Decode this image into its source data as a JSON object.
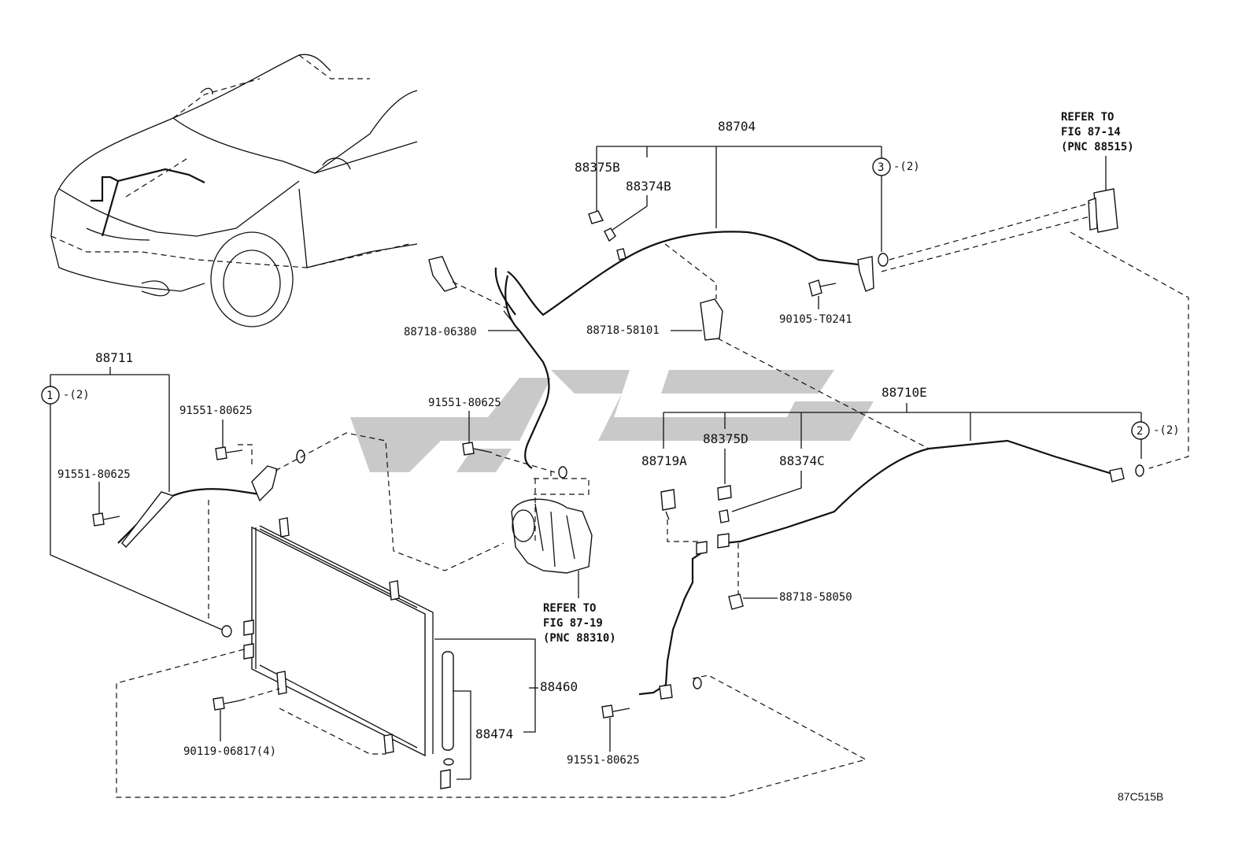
{
  "labels": {
    "p88704": "88704",
    "p88375b": "88375B",
    "p88374b": "88374B",
    "circle3": "3",
    "qty3": "-(2)",
    "refer1_line1": "REFER TO",
    "refer1_line2": "FIG 87-14",
    "refer1_line3": "(PNC 88515)",
    "p88718_06380": "88718-06380",
    "p88718_58101": "88718-58101",
    "p90105_t0241": "90105-T0241",
    "p88711": "88711",
    "circle1": "1",
    "qty1": "-(2)",
    "p91551_a": "91551-80625",
    "p91551_b": "91551-80625",
    "p91551_c": "91551-80625",
    "p91551_d": "91551-80625",
    "p88710e": "88710E",
    "p88719a": "88719A",
    "p88375d": "88375D",
    "p88374c": "88374C",
    "circle2": "2",
    "qty2": "-(2)",
    "refer2_line1": "REFER TO",
    "refer2_line2": "FIG 87-19",
    "refer2_line3": "(PNC 88310)",
    "p88718_58050": "88718-58050",
    "p88460": "88460",
    "p88474": "88474",
    "p90119": "90119-06817(4)",
    "figure_id": "87C515B"
  }
}
